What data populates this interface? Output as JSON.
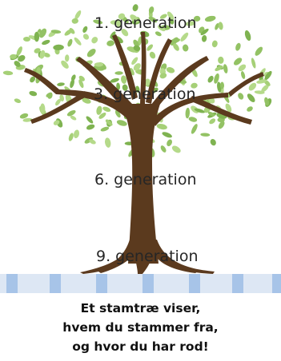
{
  "generations": {
    "g1": "1. generation",
    "g3": "3. generation",
    "g6": "6. generation",
    "g9": "9. generation"
  },
  "caption": {
    "line1": "Et stamtræ viser,",
    "line2": "hvem du stammer fra,",
    "line3": "og hvor du har rod!"
  },
  "colors": {
    "trunk": "#5b3a1e",
    "leaf": "#93c264",
    "strip_light": "#dde7f4",
    "strip_dark": "#a7c4e8"
  }
}
